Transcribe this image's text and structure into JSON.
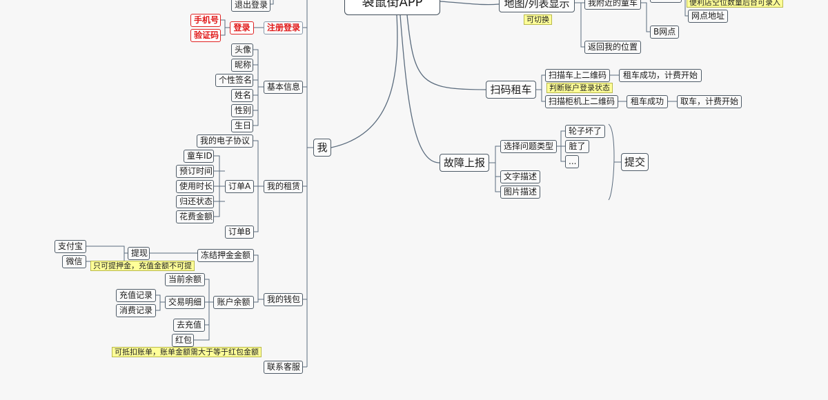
{
  "root": {
    "label": "袋鼠街APP"
  },
  "branch_map": {
    "label": "地图/列表显示",
    "note": "可切换",
    "nearby": "我附近的童车",
    "shop_note": "便利店空位数量后台可录入",
    "site_address": "网点地址",
    "b_site": "B网点",
    "back_location": "返回我的位置"
  },
  "branch_scan": {
    "label": "扫码租车",
    "scan_car": "扫描车上二维码",
    "rent_ok_1": "租车成功，计费开始",
    "login_note": "判断账户登录状态",
    "scan_cabinet": "扫描柜机上二维码",
    "rent_ok_2": "租车成功",
    "pick_car": "取车，计费开始"
  },
  "branch_fault": {
    "label": "故障上报",
    "choose_type": "选择问题类型",
    "types": [
      "轮子坏了",
      "脏了",
      "..."
    ],
    "text_desc": "文字描述",
    "image_desc": "图片描述",
    "submit": "提交"
  },
  "branch_me": {
    "label": "我",
    "logout": "退出登录",
    "register": "注册登录",
    "login": "登录",
    "phone": "手机号",
    "code": "验证码",
    "basic_info": {
      "label": "基本信息",
      "items": [
        "头像",
        "昵称",
        "个性签名",
        "姓名",
        "性别",
        "生日"
      ]
    },
    "rental": {
      "label": "我的租赁",
      "agreement": "我的电子协议",
      "order_a": "订单A",
      "order_a_items": [
        "童车ID",
        "预订时间",
        "使用时长",
        "归还状态",
        "花费金额"
      ],
      "order_b": "订单B"
    },
    "wallet": {
      "label": "我的钱包",
      "frozen": "冻结押金金额",
      "withdraw": "提现",
      "alipay": "支付宝",
      "wechat": "微信",
      "withdraw_note": "只可提押金，充值金额不可提",
      "account_balance": "账户余额",
      "current_balance": "当前余额",
      "transactions": "交易明细",
      "recharge_record": "充值记录",
      "consume_record": "消费记录",
      "recharge": "去充值",
      "red_packet": "红包",
      "red_note": "可抵扣账单，账单金额需大于等于红包金额"
    },
    "service": "联系客服"
  }
}
